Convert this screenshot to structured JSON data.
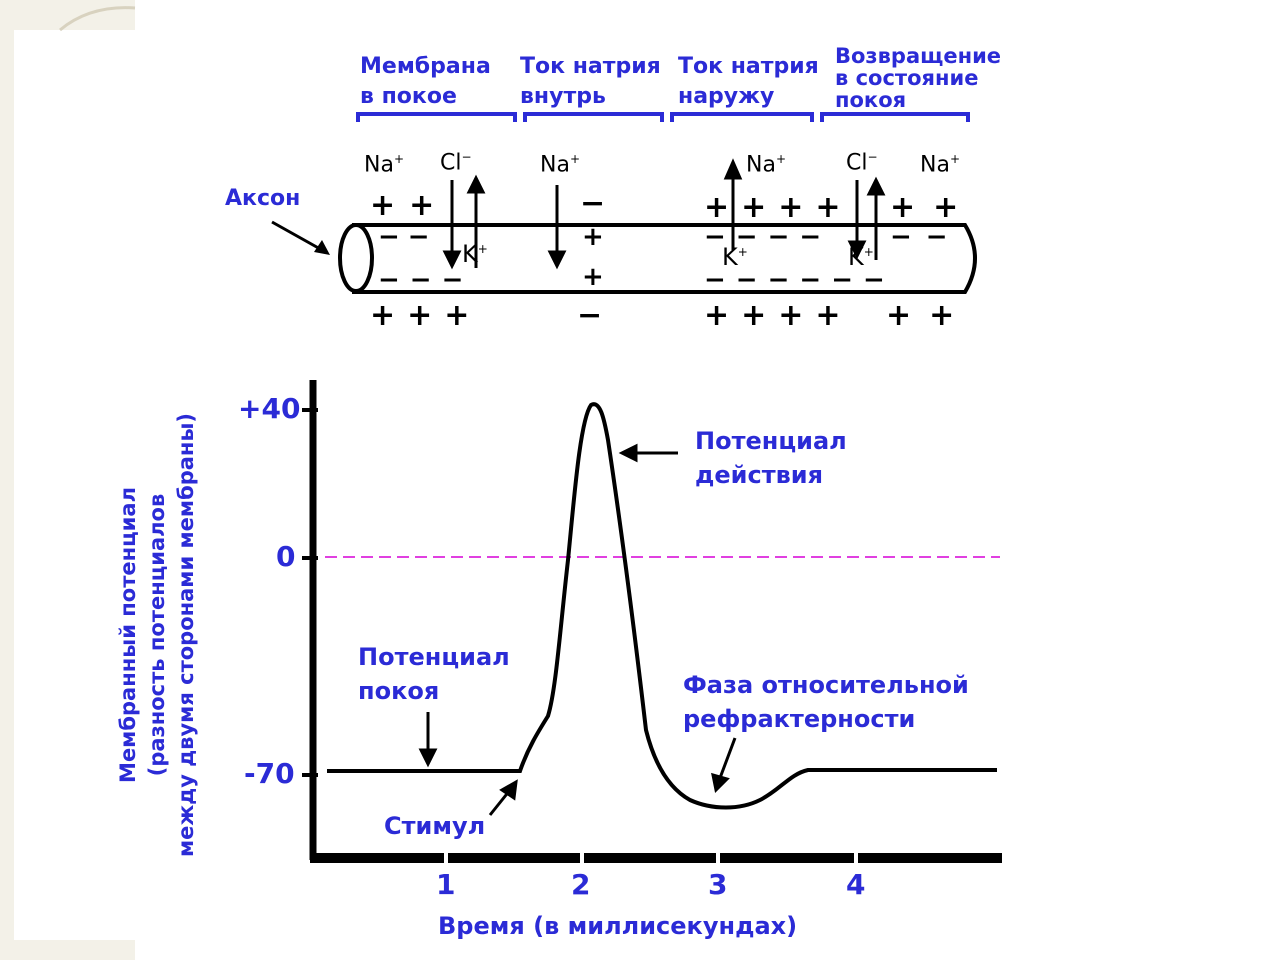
{
  "phases": [
    {
      "line1": "Мембрана",
      "line2": "в покое"
    },
    {
      "line1": "Ток натрия",
      "line2": "внутрь"
    },
    {
      "line1": "Ток натрия",
      "line2": "наружу"
    },
    {
      "line1": "Возвращение",
      "line2": "в состояние",
      "line3": "покоя"
    }
  ],
  "axon_label": "Аксон",
  "ions": {
    "na": "Na",
    "cl": "Cl",
    "k": "K",
    "plus": "+",
    "minus": "−"
  },
  "graph": {
    "y_ticks": [
      "+40",
      "0",
      "-70"
    ],
    "x_ticks": [
      "1",
      "2",
      "3",
      "4"
    ],
    "xlabel": "Время (в миллисекундах)",
    "ylabel_lines": [
      "Мембранный потенциал",
      "(разность потенциалов",
      "между двумя сторонами мембраны)"
    ],
    "ann_action_1": "Потенциал",
    "ann_action_2": "действия",
    "ann_rest_1": "Потенциал",
    "ann_rest_2": "покоя",
    "ann_stimulus": "Стимул",
    "ann_refract_1": "Фаза относительной",
    "ann_refract_2": "рефрактерности"
  },
  "colors": {
    "accent": "#2b2bd6",
    "zero_line": "#e040e0",
    "curve": "#000000"
  }
}
